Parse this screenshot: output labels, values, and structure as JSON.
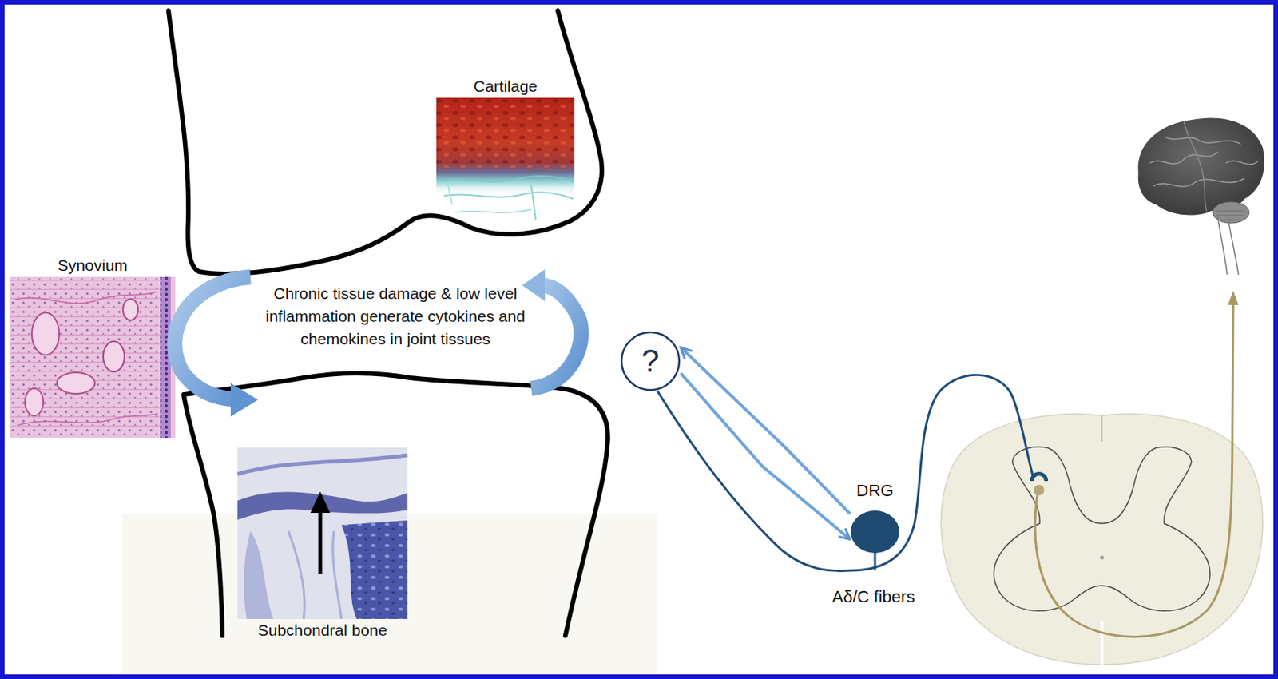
{
  "diagram": {
    "nodes": [
      {
        "text": [
          "Cartilage"
        ]
      },
      {
        "text": [
          "Synovium"
        ]
      },
      {
        "text": [
          "Subchondral bone"
        ]
      },
      {
        "text": [
          "?"
        ]
      },
      {
        "text": [
          "DRG"
        ]
      }
    ],
    "edges": [
      {
        "from": 3,
        "to": 4,
        "arrow": "to"
      },
      {
        "from": 4,
        "to": 3,
        "arrow": "to"
      }
    ],
    "labels": [
      "Chronic tissue damage & low level inflammation generate cytokines and chemokines in joint tissues",
      "Aδ/C fibers"
    ]
  }
}
